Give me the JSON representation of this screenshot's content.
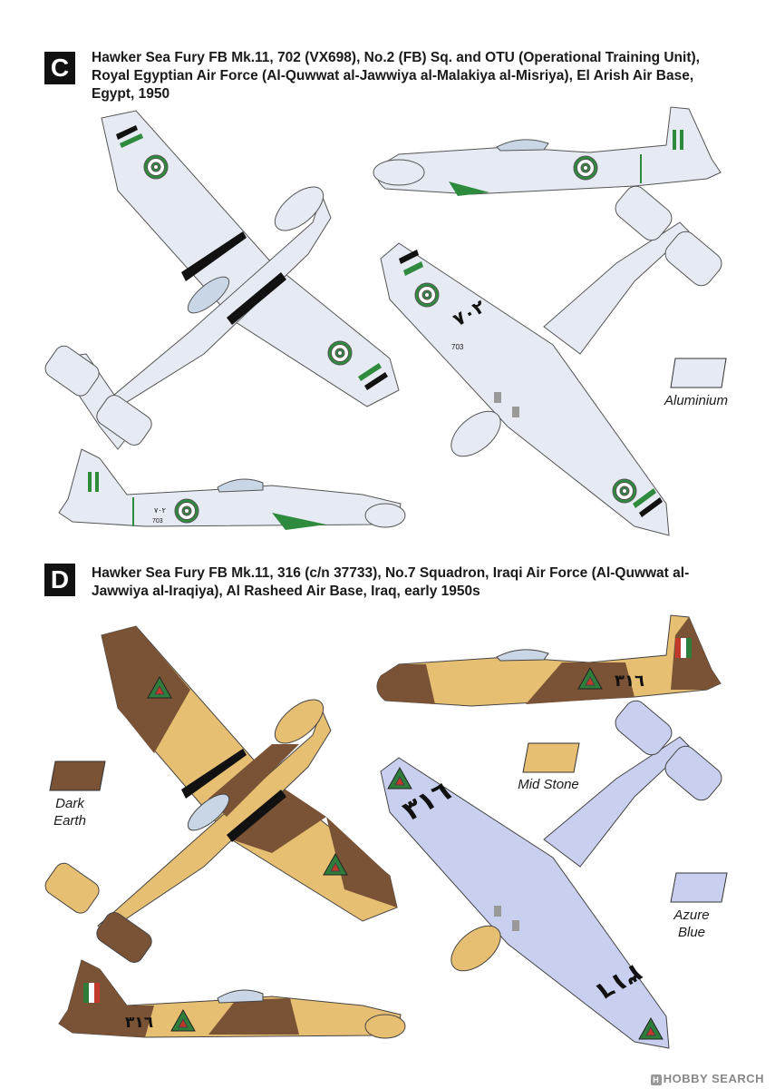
{
  "profiles": [
    {
      "letter": "C",
      "title": "Hawker Sea Fury FB Mk.11, 702 (VX698), No.2 (FB) Sq. and OTU (Operational Training Unit), Royal Egyptian Air Force (Al-Quwwat al-Jawwiya al-Malakiya al-Misriya), El Arish Air Base, Egypt, 1950",
      "markings": {
        "fuselage_number": "٧٠٢",
        "serial_small": "703",
        "wing_number": "٧٠٢"
      },
      "colors": [
        {
          "name": "Aluminium",
          "hex": "#e6ebf3"
        }
      ]
    },
    {
      "letter": "D",
      "title": "Hawker Sea Fury FB Mk.11, 316 (c/n 37733), No.7 Squadron, Iraqi Air Force (Al-Quwwat al-Jawwiya al-Iraqiya), Al Rasheed Air Base, Iraq, early 1950s",
      "markings": {
        "fuselage_number": "٣١٦",
        "wing_number": "٣١٦"
      },
      "colors": [
        {
          "name": "Dark Earth",
          "hex": "#7a5236"
        },
        {
          "name": "Mid Stone",
          "hex": "#e7bf72"
        },
        {
          "name": "Azure Blue",
          "hex": "#c9d0ef"
        }
      ]
    }
  ],
  "watermark": {
    "badge": "H",
    "text": "HOBBY SEARCH"
  }
}
